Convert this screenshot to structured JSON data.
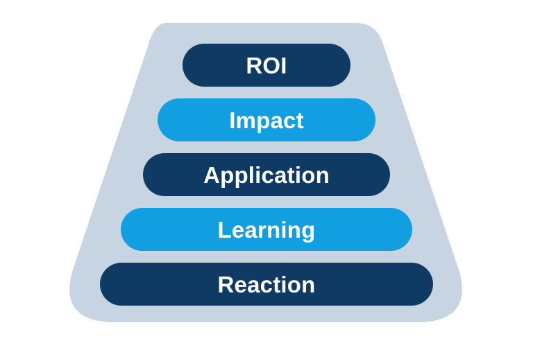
{
  "diagram": {
    "type": "pyramid-levels",
    "description": "Five-level training evaluation pyramid",
    "container_color": "#c7d5e2",
    "text_color": "#ffffff",
    "navy_color": "#0e3a64",
    "blue_color": "#129fe1",
    "levels": [
      {
        "label": "ROI",
        "color": "#0e3a64"
      },
      {
        "label": "Impact",
        "color": "#129fe1"
      },
      {
        "label": "Application",
        "color": "#0e3a64"
      },
      {
        "label": "Learning",
        "color": "#129fe1"
      },
      {
        "label": "Reaction",
        "color": "#0e3a64"
      }
    ]
  }
}
